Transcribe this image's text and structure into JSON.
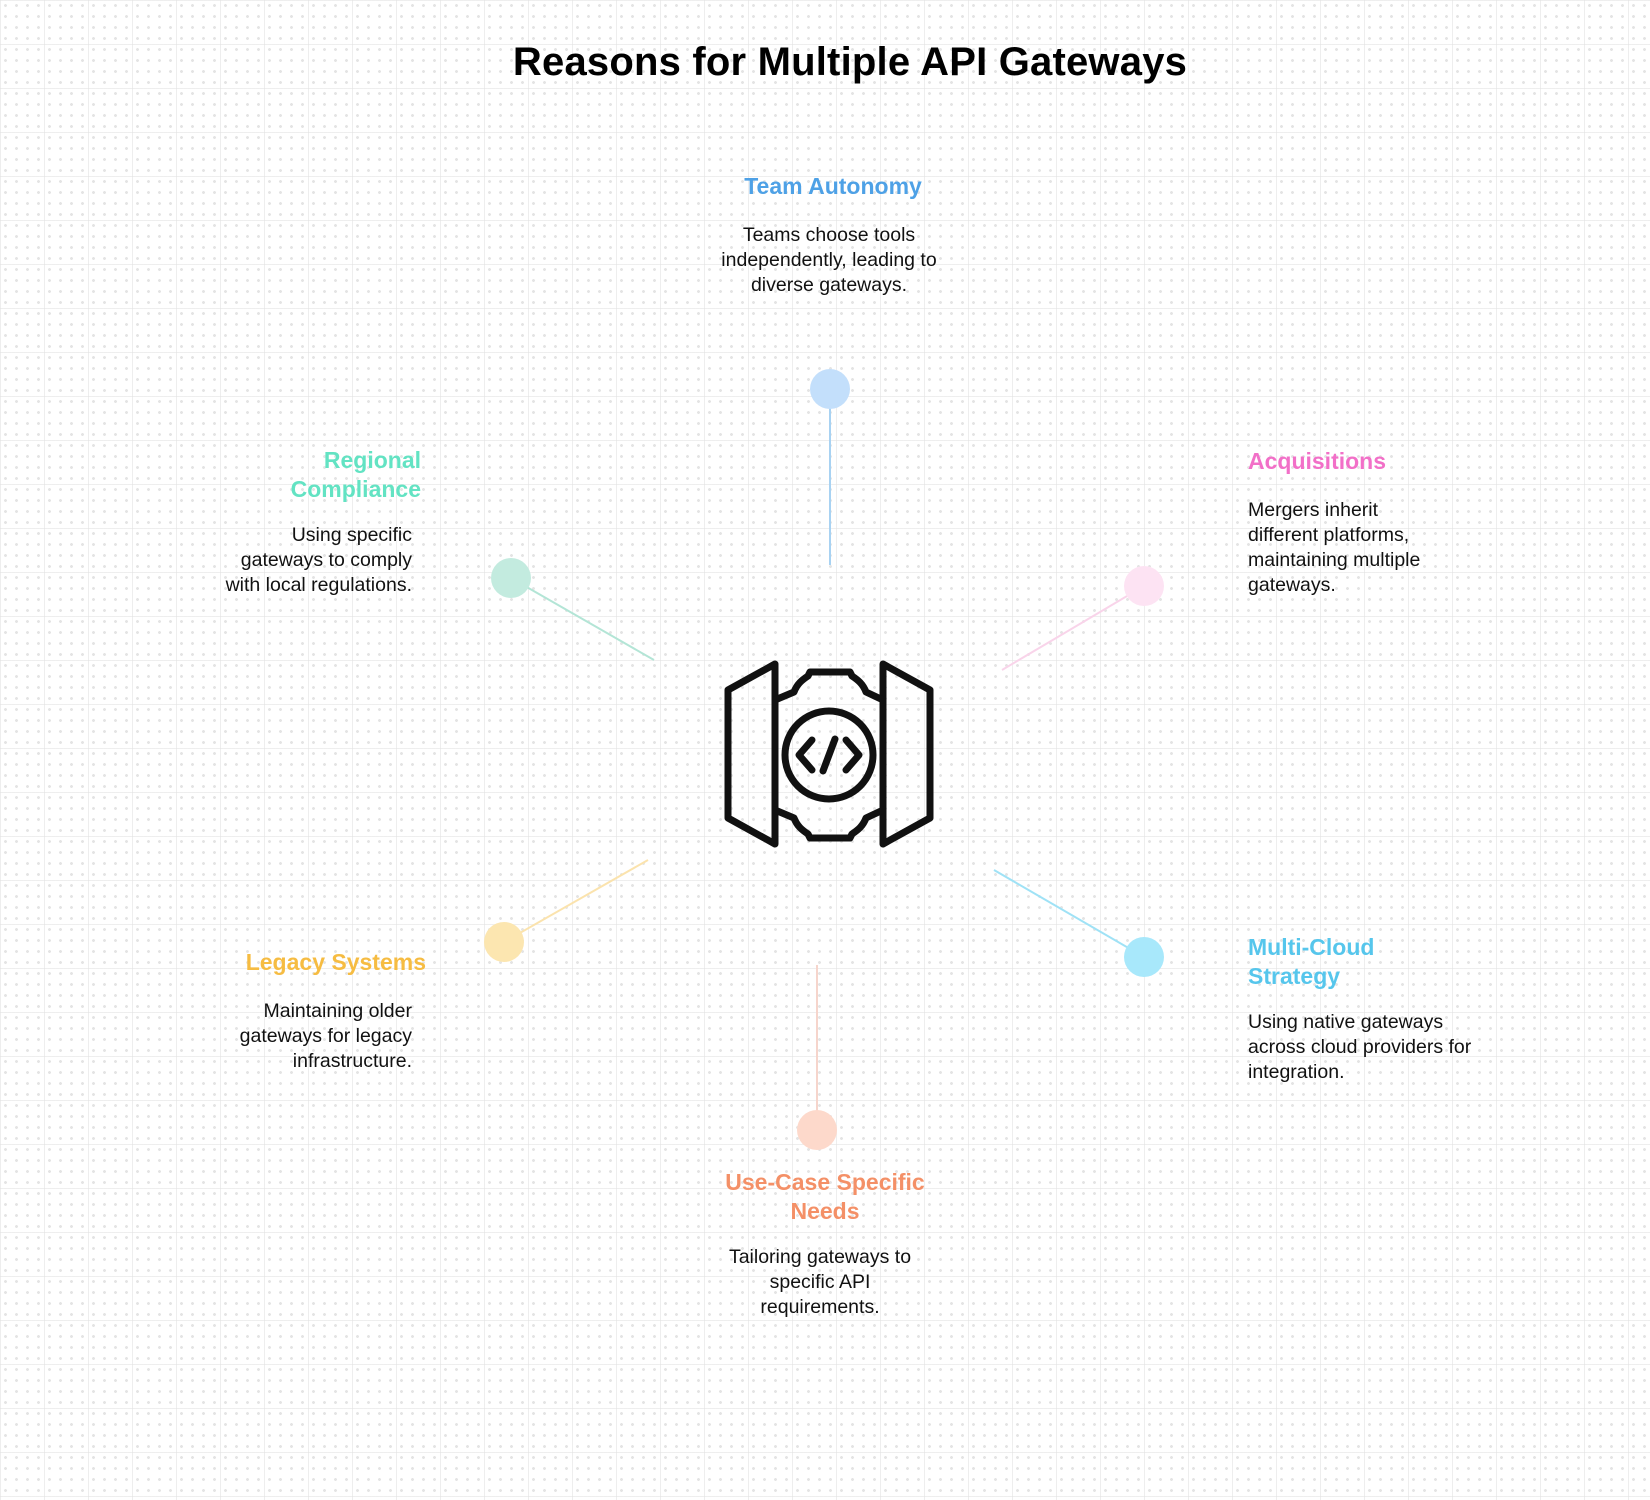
{
  "title": "Reasons for Multiple API Gateways",
  "center": {
    "icon": "api-gateway-icon"
  },
  "nodes": [
    {
      "id": "team-autonomy",
      "label": "Team Autonomy",
      "description": "Teams choose tools independently, leading to diverse gateways.",
      "label_color": "#4ea1e6",
      "dot_color": "#c3dffb",
      "line_color": "#a8d2f2"
    },
    {
      "id": "acquisitions",
      "label": "Acquisitions",
      "description": "Mergers inherit different platforms, maintaining multiple gateways.",
      "label_color": "#f270c8",
      "dot_color": "#fde3f3",
      "line_color": "#f9d4ea"
    },
    {
      "id": "multi-cloud-strategy",
      "label": "Multi-Cloud Strategy",
      "description": "Using native gateways across cloud providers for integration.",
      "label_color": "#56c6ec",
      "dot_color": "#a8e8fb",
      "line_color": "#9fe2f6"
    },
    {
      "id": "use-case-specific-needs",
      "label": "Use-Case Specific Needs",
      "description": "Tailoring gateways to specific API requirements.",
      "label_color": "#f49067",
      "dot_color": "#fdd9cb",
      "line_color": "#f6d5cc"
    },
    {
      "id": "legacy-systems",
      "label": "Legacy Systems",
      "description": "Maintaining older gateways for legacy infrastructure.",
      "label_color": "#f6bc42",
      "dot_color": "#fce6b0",
      "line_color": "#fbe3ad"
    },
    {
      "id": "regional-compliance",
      "label": "Regional Compliance",
      "description": "Using specific gateways to comply with local regulations.",
      "label_color": "#63e3c3",
      "dot_color": "#c3ebdf",
      "line_color": "#b3e5d6"
    }
  ]
}
